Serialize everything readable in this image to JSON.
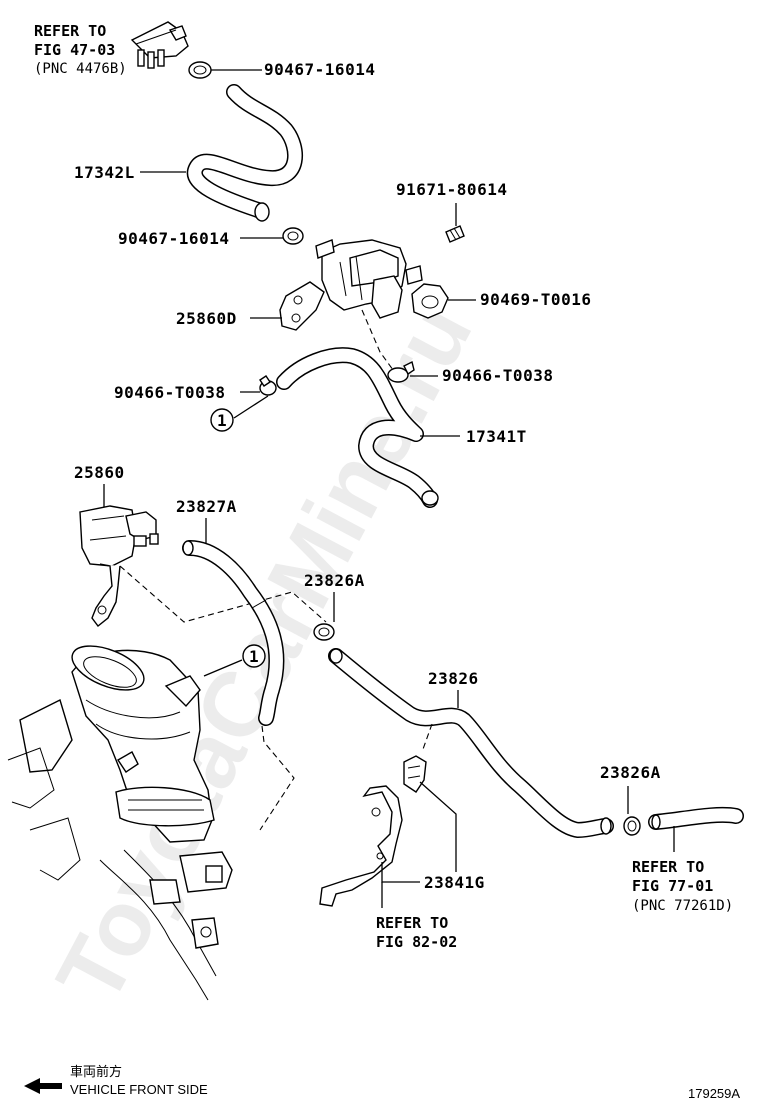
{
  "watermark": "ToyotaCarMine.ru",
  "refs": {
    "fig47_line1": "REFER TO",
    "fig47_line2": "FIG 47-03",
    "fig47_line3": "(PNC 4476B)",
    "fig77_line1": "REFER TO",
    "fig77_line2": "FIG 77-01",
    "fig77_line3": "(PNC 77261D)",
    "fig82_line1": "REFER TO",
    "fig82_line2": "FIG 82-02"
  },
  "parts": {
    "clip_top": "90467-16014",
    "hose_17342L": "17342L",
    "clip_mid": "90467-16014",
    "bolt": "91671-80614",
    "valve_25860D": "25860D",
    "clip_90469": "90469-T0016",
    "clip_left_90466": "90466-T0038",
    "clip_right_90466": "90466-T0038",
    "hose_17341T": "17341T",
    "valve_25860": "25860",
    "hose_23827A": "23827A",
    "clip_23826A_top": "23826A",
    "hose_23826": "23826",
    "clip_23826A_right": "23826A",
    "bracket_23841G": "23841G"
  },
  "markers": {
    "circle_a": "1",
    "circle_b": "1"
  },
  "footer": {
    "jp_label": "車両前方",
    "direction_label": "VEHICLE FRONT SIDE",
    "figure_id": "179259A"
  }
}
